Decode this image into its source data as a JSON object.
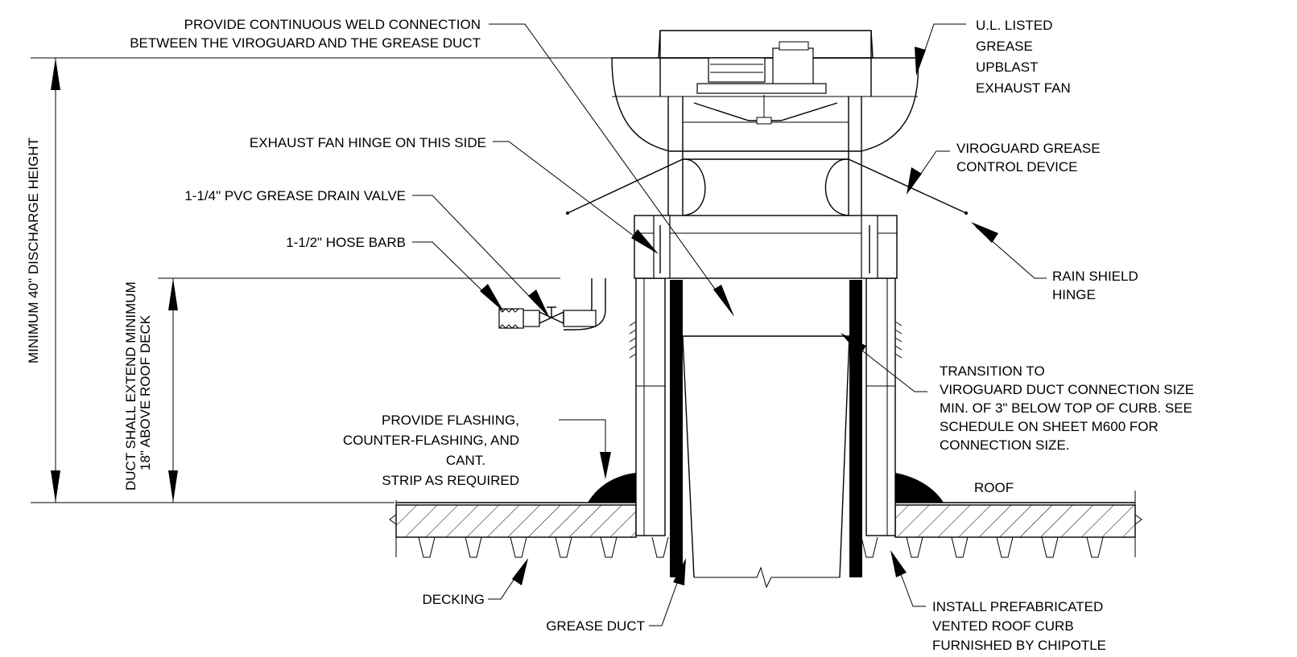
{
  "notes": {
    "weld_1": "PROVIDE CONTINUOUS WELD CONNECTION",
    "weld_2": "BETWEEN THE VIROGUARD AND THE GREASE DUCT",
    "fan_1": "U.L. LISTED",
    "fan_2": "GREASE",
    "fan_3": "UPBLAST",
    "fan_4": "EXHAUST FAN",
    "hinge_side": "EXHAUST FAN HINGE ON THIS SIDE",
    "viroguard_1": "VIROGUARD GREASE",
    "viroguard_2": "CONTROL DEVICE",
    "drain_valve": "1-1/4\" PVC GREASE DRAIN VALVE",
    "hose_barb": "1-1/2\" HOSE BARB",
    "rain_1": "RAIN SHIELD",
    "rain_2": "HINGE",
    "transition_1": "TRANSITION TO",
    "transition_2": "VIROGUARD DUCT CONNECTION SIZE",
    "transition_3": "MIN. OF 3\" BELOW TOP OF CURB. SEE",
    "transition_4": "SCHEDULE ON SHEET M600 FOR",
    "transition_5": "CONNECTION SIZE.",
    "flashing_1": "PROVIDE FLASHING,",
    "flashing_2": "COUNTER-FLASHING, AND",
    "flashing_3": "CANT.",
    "flashing_4": "STRIP AS REQUIRED",
    "roof": "ROOF",
    "decking": "DECKING",
    "grease_duct": "GREASE DUCT",
    "curb_1": "INSTALL PREFABRICATED",
    "curb_2": "VENTED ROOF CURB",
    "curb_3": "FURNISHED BY CHIPOTLE"
  },
  "dimensions": {
    "discharge_height": "MINIMUM 40\" DISCHARGE HEIGHT",
    "duct_extend_1": "DUCT SHALL EXTEND MINIMUM",
    "duct_extend_2": "18\" ABOVE ROOF DECK"
  }
}
